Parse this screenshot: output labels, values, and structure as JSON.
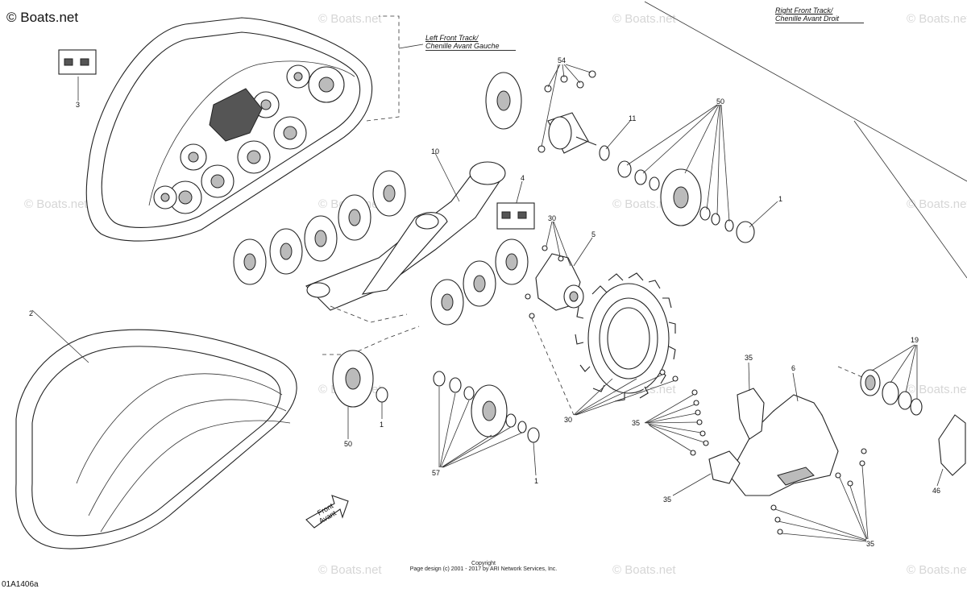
{
  "brand": "© Boats.net",
  "watermark": "© Boats.net",
  "labels": {
    "left_track": [
      "Left Front Track/",
      "Chenille Avant Gauche"
    ],
    "right_track": [
      "Right Front Track/",
      "Chenille Avant Droit"
    ],
    "front_arrow": [
      "Front",
      "Avant"
    ]
  },
  "callouts": [
    {
      "id": "c3",
      "text": "3"
    },
    {
      "id": "c2",
      "text": "2"
    },
    {
      "id": "c54",
      "text": "54"
    },
    {
      "id": "c11",
      "text": "11"
    },
    {
      "id": "c50a",
      "text": "50"
    },
    {
      "id": "c10",
      "text": "10"
    },
    {
      "id": "c4",
      "text": "4"
    },
    {
      "id": "c1a",
      "text": "1"
    },
    {
      "id": "c30a",
      "text": "30"
    },
    {
      "id": "c5",
      "text": "5"
    },
    {
      "id": "c50b",
      "text": "50"
    },
    {
      "id": "c1b",
      "text": "1"
    },
    {
      "id": "c57",
      "text": "57"
    },
    {
      "id": "c1c",
      "text": "1"
    },
    {
      "id": "c30b",
      "text": "30"
    },
    {
      "id": "c35a",
      "text": "35"
    },
    {
      "id": "c6",
      "text": "6"
    },
    {
      "id": "c19",
      "text": "19"
    },
    {
      "id": "c35b",
      "text": "35"
    },
    {
      "id": "c35c",
      "text": "35"
    },
    {
      "id": "c46",
      "text": "46"
    },
    {
      "id": "c35d",
      "text": "35"
    }
  ],
  "footer": {
    "line1": "Copyright",
    "line2": "Page design (c) 2001 - 2017 by ARI Network Services, Inc."
  },
  "figure_id": "01A1406a"
}
